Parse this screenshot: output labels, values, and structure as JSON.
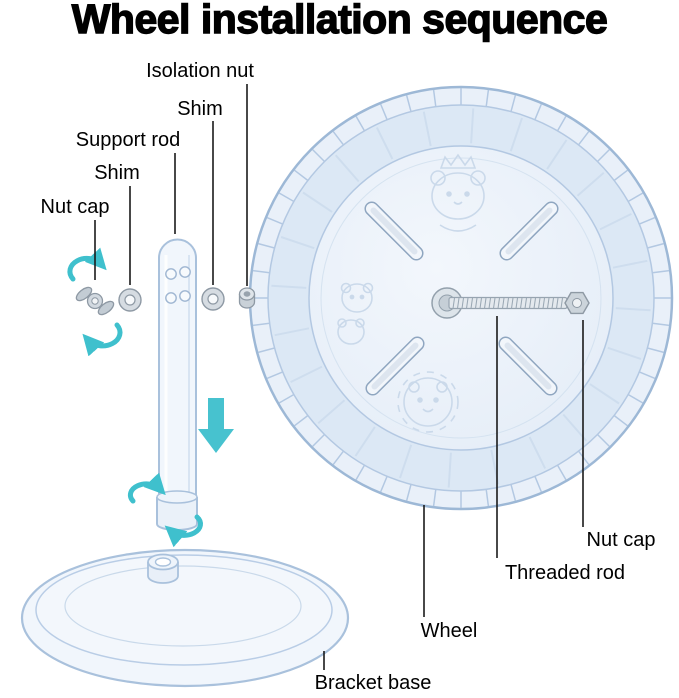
{
  "title": "Wheel installation sequence",
  "labels": {
    "isolation_nut": "Isolation nut",
    "shim_top": "Shim",
    "support_rod": "Support rod",
    "shim_left": "Shim",
    "nut_cap_left": "Nut cap",
    "nut_cap_right": "Nut cap",
    "threaded_rod": "Threaded rod",
    "wheel": "Wheel",
    "bracket_base": "Bracket base"
  },
  "colors": {
    "accent_teal": "#3fc0cd",
    "plastic_stroke": "#a9c1dc",
    "plastic_fill": "#eef4fb",
    "metal_gray": "#c9d1d8",
    "leader_line": "#1a1a1a",
    "text": "#000000",
    "background": "#ffffff"
  }
}
